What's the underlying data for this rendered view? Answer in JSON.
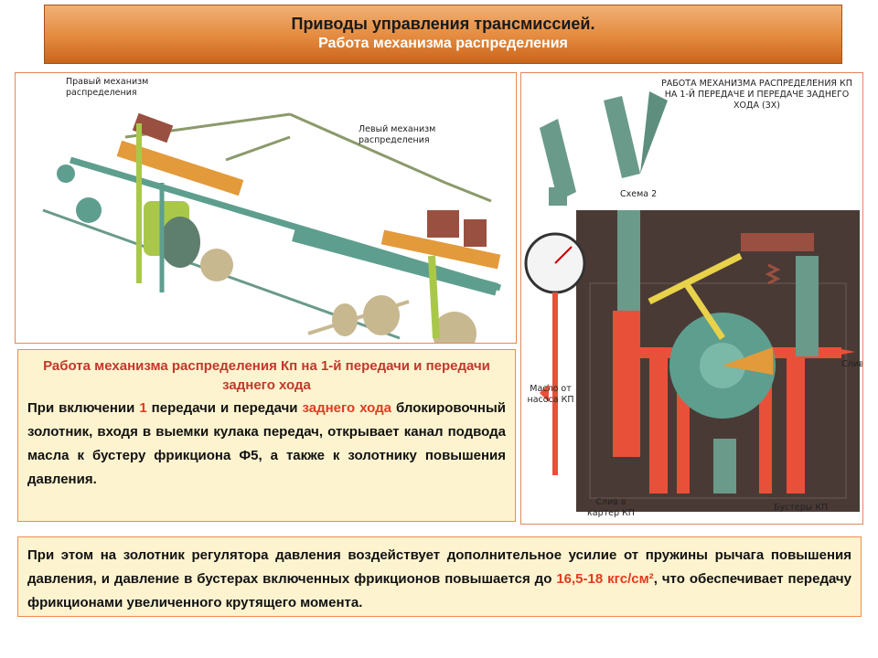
{
  "header": {
    "title": "Приводы управления трансмиссией.",
    "subtitle": "Работа механизма распределения"
  },
  "left_figure": {
    "label_right": "Правый механизм распределения",
    "label_left": "Левый механизм распределения"
  },
  "right_figure": {
    "title": "РАБОТА МЕХАНИЗМА РАСПРЕДЕЛЕНИЯ КП НА 1-Й ПЕРЕДАЧЕ И ПЕРЕДАЧЕ ЗАДНЕГО ХОДА (ЗХ)",
    "scheme": "Схема 2",
    "oil_from": "Масло от насоса КП",
    "drain_right": "Слив",
    "drain_case": "Слив в картер КП",
    "boosters": "Бустеры КП"
  },
  "textbox": {
    "heading": "Работа механизма распределения Кп на 1-й передачи и передачи заднего хода",
    "p1": "При включении ",
    "p1_num": "1",
    "p1b": " передачи и передачи ",
    "p1_hl": "заднего хода",
    "p1c": " блокировочный золотник, входя в выемки кулака передач, открывает канал подвода масла к бустеру фрикциона Ф5, а также к золотнику повышения давления."
  },
  "bottom": {
    "text_a": "При этом на золотник регулятора давления воздействует дополнительное усилие от пружины рычага повышения давления, и давление в бустерах включенных фрикционов повышается до ",
    "text_hl": "16,5-18 кгс/см²",
    "text_b": ", что обеспечивает передачу фрикционами увеличенного крутящего момента."
  },
  "colors": {
    "accent_orange": "#e48a3e",
    "highlight_red": "#e23b1e",
    "box_bg": "#fdf3cf",
    "teal": "#5e9e8e",
    "oil_red": "#e8503a",
    "housing": "#4a3a36"
  }
}
